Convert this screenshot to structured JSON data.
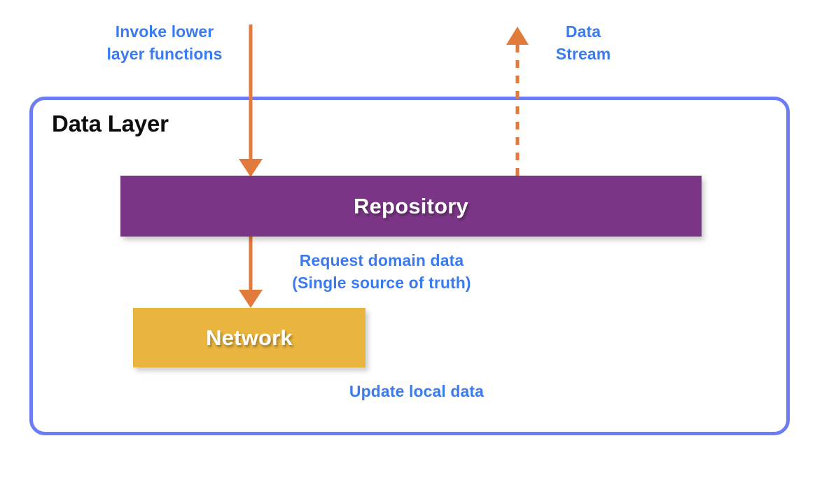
{
  "diagram": {
    "title": "Data Layer architecture diagram",
    "container": {
      "label": "Data Layer",
      "border_color": "#6D7BF5"
    },
    "blocks": [
      {
        "id": "repository",
        "label": "Repository",
        "color": "#7B3586",
        "text_color": "#FFFFFF"
      },
      {
        "id": "network",
        "label": "Network",
        "color": "#E9B53E",
        "text_color": "#FFFFFF"
      }
    ],
    "annotations": [
      {
        "id": "invoke",
        "text": "Invoke lower\nlayer functions",
        "color": "#3B7BF0"
      },
      {
        "id": "data-stream",
        "text": "Data\nStream",
        "color": "#3B7BF0"
      },
      {
        "id": "request",
        "text": "Request domain data\n(Single source of truth)",
        "color": "#3B7BF0"
      },
      {
        "id": "update",
        "text": "Update local data",
        "color": "#3B7BF0"
      }
    ],
    "arrows": [
      {
        "id": "invoke-arrow",
        "style": "solid",
        "direction": "down",
        "color": "#E07B3C",
        "from": "outside-top",
        "to": "repository"
      },
      {
        "id": "data-stream-arrow",
        "style": "dashed",
        "direction": "up",
        "color": "#E07B3C",
        "from": "repository",
        "to": "outside-top"
      },
      {
        "id": "request-arrow",
        "style": "solid",
        "direction": "down",
        "color": "#E07B3C",
        "from": "repository",
        "to": "network"
      }
    ]
  }
}
